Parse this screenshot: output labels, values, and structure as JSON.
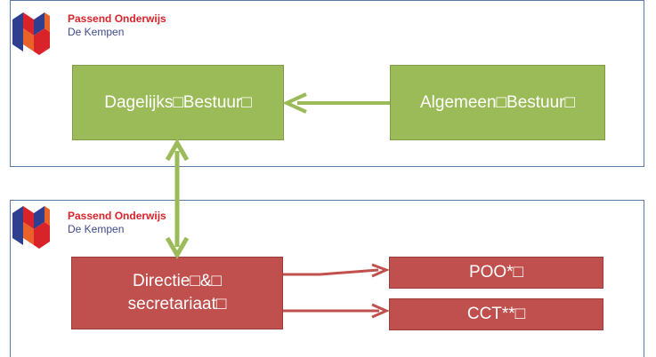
{
  "colors": {
    "green_box": "#9bbb59",
    "red_box": "#c0504d",
    "panel_border": "#5b7ba6",
    "logo_red": "#d8232a",
    "logo_blue": "#3f4a8a"
  },
  "top_panel": {
    "logo": {
      "name": "Passend Onderwijs",
      "subtitle": "De Kempen"
    },
    "boxes": {
      "dagelijks_bestuur": "Dagelijks□Bestuur□",
      "algemeen_bestuur": "Algemeen□Bestuur□"
    }
  },
  "bottom_panel": {
    "logo": {
      "name": "Passend Onderwijs",
      "subtitle": "De Kempen"
    },
    "boxes": {
      "directie_line1": "Directie□&□",
      "directie_line2": "secretariaat□",
      "poo": "POO*□",
      "cct": "CCT**□"
    }
  }
}
